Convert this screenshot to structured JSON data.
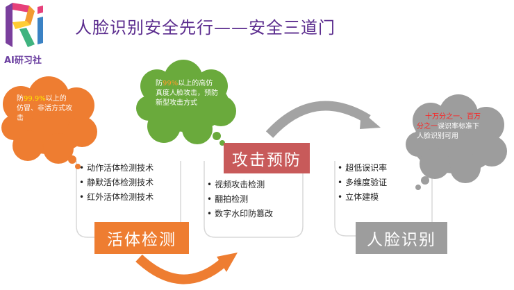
{
  "brand": {
    "logo_text": "AI研习社",
    "logo_icon": "ri-logo-icon"
  },
  "title": "人脸识别安全先行——安全三道门",
  "colors": {
    "orange": "#ee7d31",
    "green": "#6aaa3c",
    "red": "#c85a5a",
    "gray": "#9d9d9d",
    "title": "#5b2c8e"
  },
  "clouds": {
    "orange": {
      "prefix": "防",
      "highlight": "99.9%",
      "line1_rest": "以上的",
      "line2": "仿冒、非活方式攻",
      "line3": "击"
    },
    "green": {
      "prefix": "防",
      "highlight": "99%",
      "line1_rest": "以上的高仿",
      "line2": "真度人脸攻击，预防",
      "line3": "新型攻击方式"
    },
    "gray": {
      "highlight_line1": "十万分之一、百万",
      "highlight_line2": "分之一",
      "line2_rest": "误识率标准下",
      "line3": "人脸识别可用"
    }
  },
  "stages": {
    "liveness": {
      "label": "活体检测",
      "items": [
        "动作活体检测技术",
        "静默活体检测技术",
        "红外活体检测技术"
      ]
    },
    "attack": {
      "label": "攻击预防",
      "items": [
        "视频攻击检测",
        "翻拍检测",
        "数字水印防篡改"
      ]
    },
    "face": {
      "label": "人脸识别",
      "items": [
        "超低误识率",
        "多维度验证",
        "立体建模"
      ]
    }
  }
}
